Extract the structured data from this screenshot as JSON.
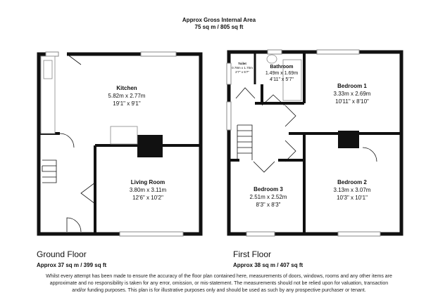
{
  "header": {
    "title": "Approx Gross Internal Area",
    "area": "75 sq m / 805 sq ft"
  },
  "ground_floor": {
    "name": "Ground Floor",
    "area": "Approx 37 sq m / 399 sq ft",
    "rooms": [
      {
        "name": "Kitchen",
        "metric": "5.82m x 2.77m",
        "imperial": "19'1\" x 9'1\""
      },
      {
        "name": "Living Room",
        "metric": "3.80m x 3.11m",
        "imperial": "12'6\" x 10'2\""
      }
    ]
  },
  "first_floor": {
    "name": "First Floor",
    "area": "Approx 38 sq m / 407 sq ft",
    "rooms": [
      {
        "name": "Toilet",
        "metric": "0.78m x 1.70m",
        "imperial": "2'7\" x 5'7\""
      },
      {
        "name": "Bathroom",
        "metric": "1.49m x 1.69m",
        "imperial": "4'11\" x 5'7\""
      },
      {
        "name": "Bedroom 1",
        "metric": "3.33m x 2.69m",
        "imperial": "10'11\" x 8'10\""
      },
      {
        "name": "Bedroom 3",
        "metric": "2.51m x 2.52m",
        "imperial": "8'3\" x 8'3\""
      },
      {
        "name": "Bedroom 2",
        "metric": "3.13m x 3.07m",
        "imperial": "10'3\" x 10'1\""
      }
    ]
  },
  "disclaimer": "Whilst every attempt has been made to ensure the accuracy of the floor plan contained here, measurements of doors, windows, rooms and any other items are approximate and no responsibility is taken for any error, omission, or mis-statement. The measurements should not be relied upon for valuation, transaction and/or funding purposes. This plan is for illustrative purposes only and should be used as such by any prospective purchaser or tenant.",
  "colors": {
    "wall": "#111111",
    "window": "#ffffff",
    "fixture": "#888888"
  }
}
